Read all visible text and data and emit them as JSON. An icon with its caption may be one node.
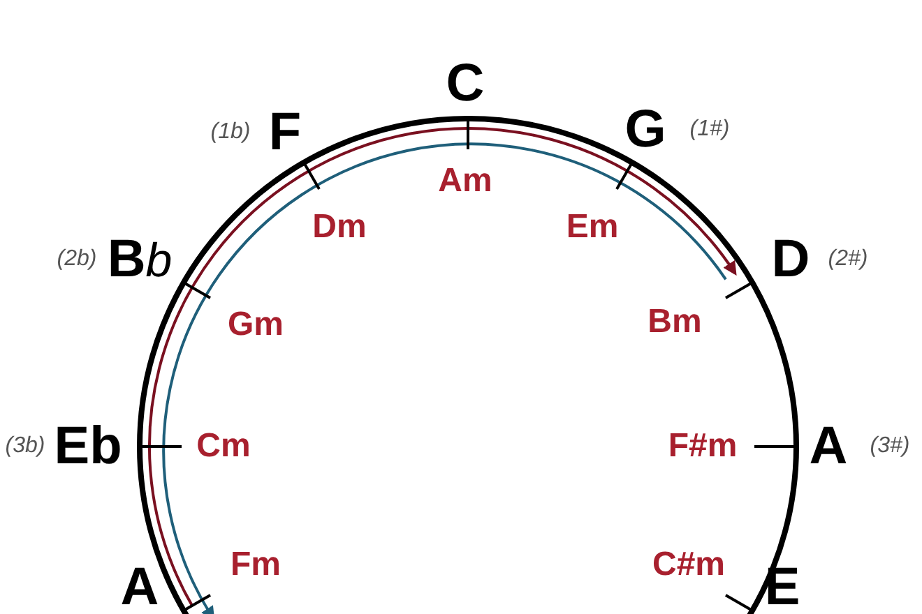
{
  "diagram": {
    "labels": [
      "C",
      "(1b)",
      "F",
      "G",
      "(1#)",
      "Am",
      "Dm",
      "Em",
      "(2b)",
      "Bb",
      "D",
      "(2#)",
      "Gm",
      "Bm",
      "(3b)",
      "Eb",
      "Cm",
      "F#m",
      "A",
      "(3#)",
      "Fm",
      "C#m",
      "A",
      "E"
    ]
  }
}
